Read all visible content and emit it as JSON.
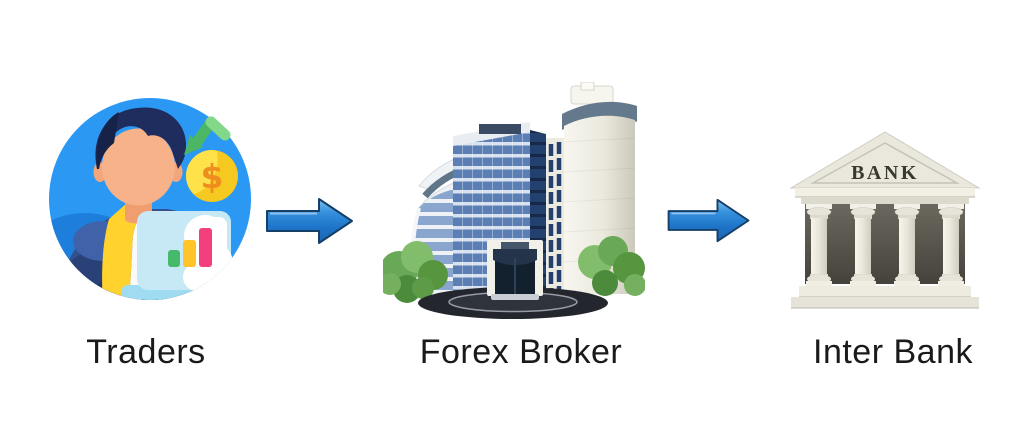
{
  "diagram": {
    "background": "#ffffff",
    "nodes": [
      {
        "id": "traders",
        "label": "Traders",
        "icon": "trader-avatar-icon"
      },
      {
        "id": "forex-broker",
        "label": "Forex Broker",
        "icon": "office-building-icon"
      },
      {
        "id": "inter-bank",
        "label": "Inter Bank",
        "icon": "bank-building-icon"
      }
    ],
    "connectors": [
      {
        "from": "traders",
        "to": "forex-broker",
        "shape": "block-arrow-right"
      },
      {
        "from": "forex-broker",
        "to": "inter-bank",
        "shape": "block-arrow-right"
      }
    ],
    "bank_sign": "BANK",
    "coin_symbol": "$",
    "colors": {
      "arrow_fill": "#2b86d6",
      "arrow_outline": "#163f68",
      "avatar_background": "#2b99f3",
      "coin_yellow": "#ffd72e",
      "dollar_orange": "#ef8d1f",
      "chart_green": "#47b96b",
      "chart_yellow": "#ffc429",
      "chart_pink": "#f43f7f",
      "suit_navy": "#33518f",
      "shirt_yellow": "#ffd22e",
      "building_glass_blue": "#5b7fb5",
      "tree_green": "#69a856",
      "bank_stone": "#eae8dd",
      "bank_text_color": "#39382f",
      "label_color": "#1a1a1a"
    }
  }
}
